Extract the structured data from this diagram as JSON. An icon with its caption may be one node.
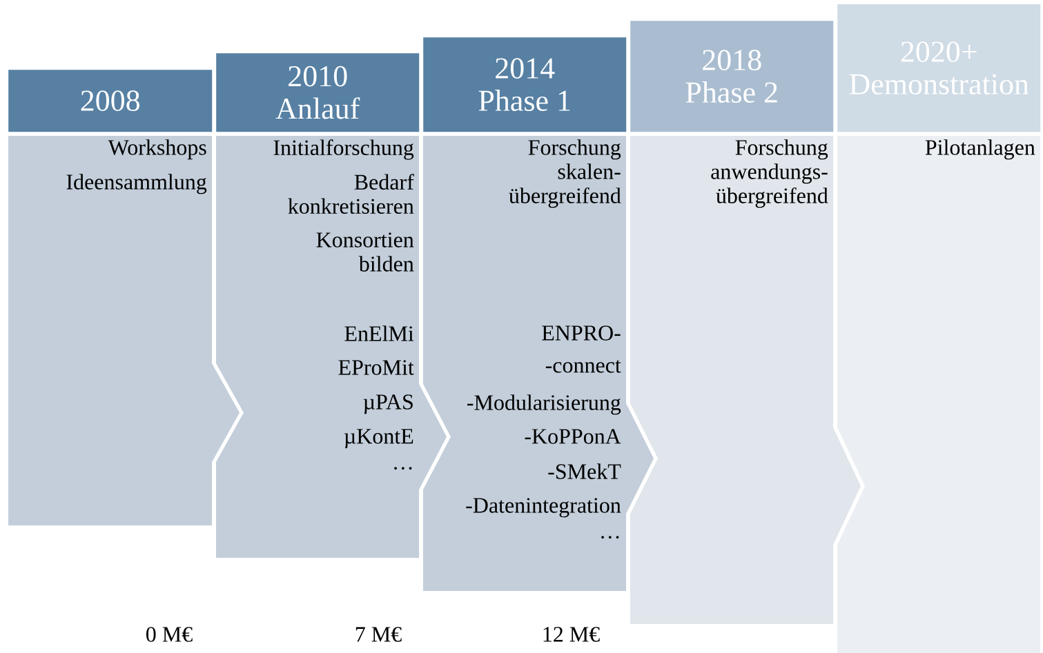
{
  "diagram": {
    "nodes": [
      {
        "text": [
          "2008"
        ]
      },
      {
        "text": [
          "Workshops",
          "Ideensammlung"
        ]
      },
      {
        "text": [
          "2010",
          "Anlauf"
        ]
      },
      {
        "text": [
          "Initialforschung",
          "Bedarf konkretisieren",
          "Konsortien bilden",
          "EnElMi",
          "EProMit",
          "µPAS",
          "µKontE",
          "…"
        ]
      },
      {
        "text": [
          "2014",
          "Phase 1"
        ]
      },
      {
        "text": [
          "Forschung skalen- übergreifend",
          "ENPRO-",
          "-connect",
          "-Modularisierung",
          "-KoPPonA",
          "-SMekT",
          "-Datenintegration",
          "…"
        ]
      },
      {
        "text": [
          "2018",
          "Phase 2"
        ]
      },
      {
        "text": [
          "Forschung anwendungs- übergreifend"
        ]
      },
      {
        "text": [
          "2020+",
          "Demonstration"
        ]
      },
      {
        "text": [
          "Pilotanlagen"
        ]
      }
    ],
    "labels": [
      "0 M€",
      "7 M€",
      "12 M€"
    ]
  }
}
